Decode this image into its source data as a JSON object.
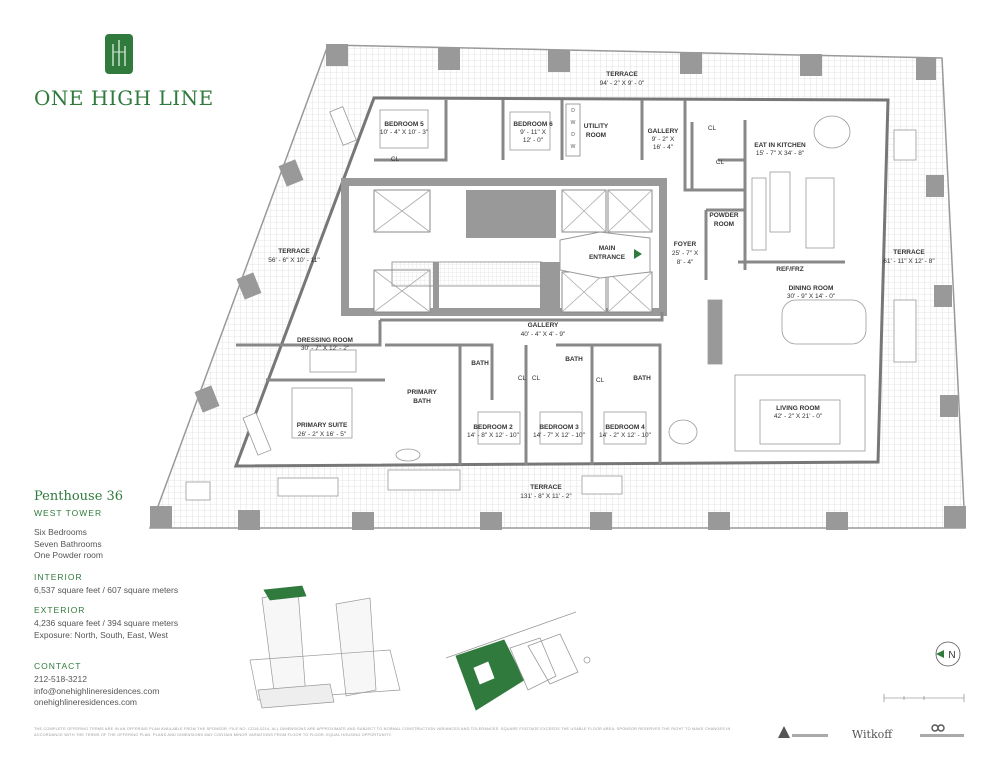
{
  "brand": {
    "name": "ONE HIGH LINE",
    "logo": "building-logo-mark"
  },
  "residence": {
    "title": "Penthouse 36",
    "tower": "WEST TOWER"
  },
  "features": [
    "Six Bedrooms",
    "Seven Bathrooms",
    "One Powder room"
  ],
  "interior": {
    "heading": "INTERIOR",
    "value": "6,537 square feet / 607 square meters"
  },
  "exterior": {
    "heading": "EXTERIOR",
    "value": "4,236 square feet / 394 square meters",
    "exposure": "Exposure: North, South, East, West"
  },
  "contact": {
    "heading": "CONTACT",
    "phone": "212-518-3212",
    "email": "info@onehighlineresidences.com",
    "web": "onehighlineresidences.com"
  },
  "rooms": {
    "terrace_north": {
      "name": "TERRACE",
      "dim": "94' - 2\" X 9' - 0\""
    },
    "bedroom5": {
      "name": "BEDROOM 5",
      "dim": "10' - 4\" X 10' - 3\""
    },
    "bedroom6": {
      "name": "BEDROOM 6",
      "dim": "9' - 11\" X",
      "dim2": "12' - 0\""
    },
    "utility": {
      "name": "UTILITY",
      "name2": "ROOM"
    },
    "gallery_n": {
      "name": "GALLERY",
      "dim": "9' - 2\" X",
      "dim2": "16' - 4\""
    },
    "kitchen": {
      "name": "EAT IN KITCHEN",
      "dim": "15' - 7\" X 34' - 8\""
    },
    "terrace_west": {
      "name": "TERRACE",
      "dim": "56' - 6\" X 10' - 11\""
    },
    "main_entrance": {
      "name": "MAIN",
      "name2": "ENTRANCE"
    },
    "powder": {
      "name": "POWDER",
      "name2": "ROOM"
    },
    "foyer": {
      "name": "FOYER",
      "dim": "25' - 7\" X",
      "dim2": "8' - 4\""
    },
    "terrace_east": {
      "name": "TERRACE",
      "dim": "61' - 11\" X 12' - 8\""
    },
    "ref_frz": {
      "name": "REF/FRZ"
    },
    "dining": {
      "name": "DINING ROOM",
      "dim": "30' - 9\" X 14' - 0\""
    },
    "dressing": {
      "name": "DRESSING ROOM",
      "dim": "30' - 7\" X 12' - 2\""
    },
    "gallery_s": {
      "name": "GALLERY",
      "dim": "40' - 4\" X 4' - 9\""
    },
    "primary_bath": {
      "name": "PRIMARY",
      "name2": "BATH"
    },
    "bath": {
      "name": "BATH"
    },
    "primary_suite": {
      "name": "PRIMARY SUITE",
      "dim": "26' - 2\" X 16' - 5\""
    },
    "bedroom2": {
      "name": "BEDROOM 2",
      "dim": "14' - 8\" X 12' - 10\""
    },
    "bedroom3": {
      "name": "BEDROOM 3",
      "dim": "14' - 7\" X 12' - 10\""
    },
    "bedroom4": {
      "name": "BEDROOM 4",
      "dim": "14' - 2\" X 12' - 10\""
    },
    "living": {
      "name": "LIVING ROOM",
      "dim": "42' - 2\" X 21' - 0\""
    },
    "terrace_south": {
      "name": "TERRACE",
      "dim": "131' - 8\" X 11' - 2\""
    },
    "closet": {
      "name": "CL"
    },
    "washer": {
      "name": "W"
    },
    "dryer": {
      "name": "D"
    }
  },
  "compass": {
    "label": "N"
  },
  "sponsors": [
    "Witkoff"
  ],
  "legal": "THE COMPLETE OFFERING TERMS ARE IN AN OFFERING PLAN AVAILABLE FROM THE SPONSOR. FILE NO. CD18-0214. ALL DIMENSIONS ARE APPROXIMATE AND SUBJECT TO NORMAL CONSTRUCTION VARIANCES AND TOLERANCES. SQUARE FOOTAGE EXCEEDS THE USABLE FLOOR AREA. SPONSOR RESERVES THE RIGHT TO MAKE CHANGES IN ACCORDANCE WITH THE TERMS OF THE OFFERING PLAN. PLANS AND DIMENSIONS MAY CONTAIN MINOR VARIATIONS FROM FLOOR TO FLOOR. EQUAL HOUSING OPPORTUNITY.",
  "colors": {
    "brand_green": "#2f7a3c",
    "wall": "#9a9a9a",
    "terrace_grid": "#cfcfcf"
  }
}
